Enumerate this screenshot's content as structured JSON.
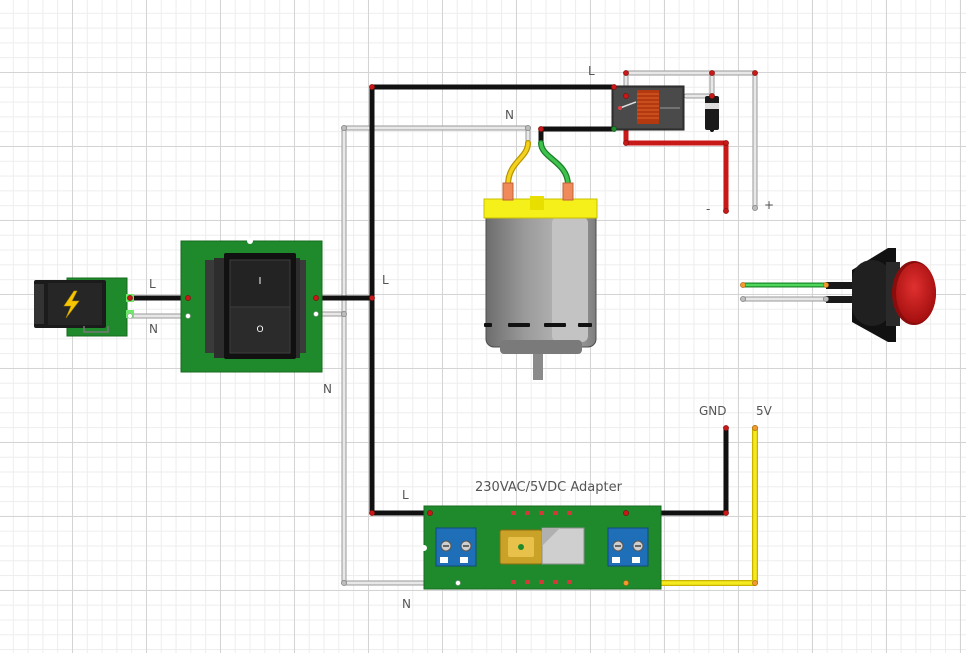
{
  "labels": {
    "relay_line": "L",
    "relay_neutral": "N",
    "jack_line": "L",
    "jack_neutral": "N",
    "bus_line": "L",
    "bus_neutral": "N",
    "adapter_title": "230VAC/5VDC Adapter",
    "adapter_line": "L",
    "adapter_neutral": "N",
    "out_gnd": "GND",
    "out_5v": "5V",
    "coil_minus": "-",
    "coil_plus": "+",
    "switch_on": "I",
    "switch_off": "O"
  },
  "icons": {
    "power_jack": "lightning-bolt-icon",
    "push_button": "red-push-button"
  },
  "colors": {
    "wire_live": "#222222",
    "wire_neutral": "#d0d0d0",
    "wire_red": "#c81818",
    "wire_yellow": "#f0e020",
    "wire_green": "#2fae3e",
    "pcb": "#1e8a2c",
    "terminal": "#1f6fb8",
    "motor_cap": "#f5ef1a",
    "button": "#c41717"
  }
}
